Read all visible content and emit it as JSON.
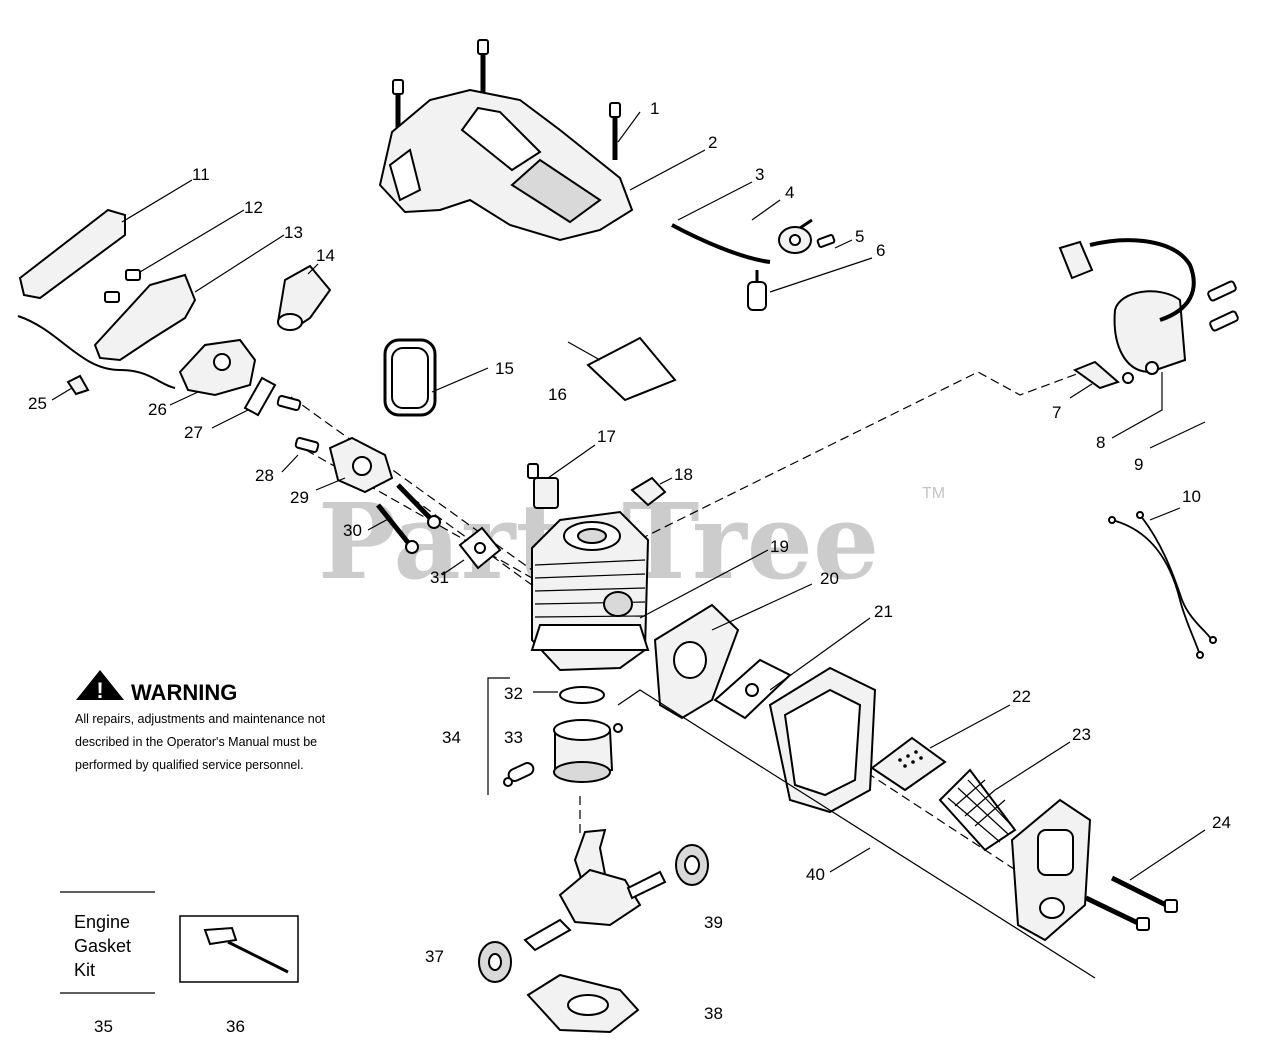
{
  "watermark": {
    "text": "PartsTree",
    "mark": "TM"
  },
  "warning": {
    "icon": "warning-triangle-icon",
    "title": "WARNING",
    "lines": [
      "All repairs, adjustments and maintenance not",
      "described in the Operator's Manual must be",
      "performed by qualified  service personnel."
    ]
  },
  "kit": {
    "lines": [
      "Engine",
      "Gasket",
      "Kit"
    ]
  },
  "callouts": [
    "1",
    "2",
    "3",
    "4",
    "5",
    "6",
    "7",
    "8",
    "9",
    "10",
    "11",
    "12",
    "13",
    "14",
    "15",
    "16",
    "17",
    "18",
    "19",
    "20",
    "21",
    "22",
    "23",
    "24",
    "25",
    "26",
    "27",
    "28",
    "29",
    "30",
    "31",
    "32",
    "33",
    "34",
    "35",
    "36",
    "37",
    "38",
    "39",
    "40"
  ]
}
